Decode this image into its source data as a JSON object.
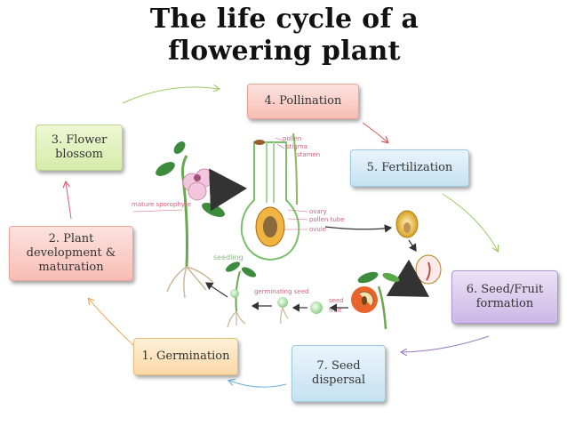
{
  "title": "The life cycle of a flowering plant",
  "stages": {
    "pollination": "4. Pollination",
    "fertilization": "5. Fertilization",
    "seed_fruit": "6. Seed/Fruit formation",
    "seed_dispersal": "7. Seed dispersal",
    "germination": "1. Germination",
    "development": "2. Plant development & maturation",
    "flower_blossom": "3. Flower blossom"
  },
  "illustration_labels": {
    "pollen": "pollen",
    "stigma": "stigma",
    "stamen": "stamen",
    "ovary": "ovary",
    "pollen_tube": "pollen tube",
    "ovule": "ovule",
    "mature_sporophyte": "mature sporophyte",
    "seedling": "seedling",
    "germinating_seed": "germinating seed",
    "seed": "seed",
    "fruit": "fruit"
  },
  "colors": {
    "pink": "#f7bdb4",
    "green": "#d6ebaa",
    "purple": "#cbb7e6",
    "blue": "#c5e2f2",
    "orange": "#fbd8a6"
  }
}
